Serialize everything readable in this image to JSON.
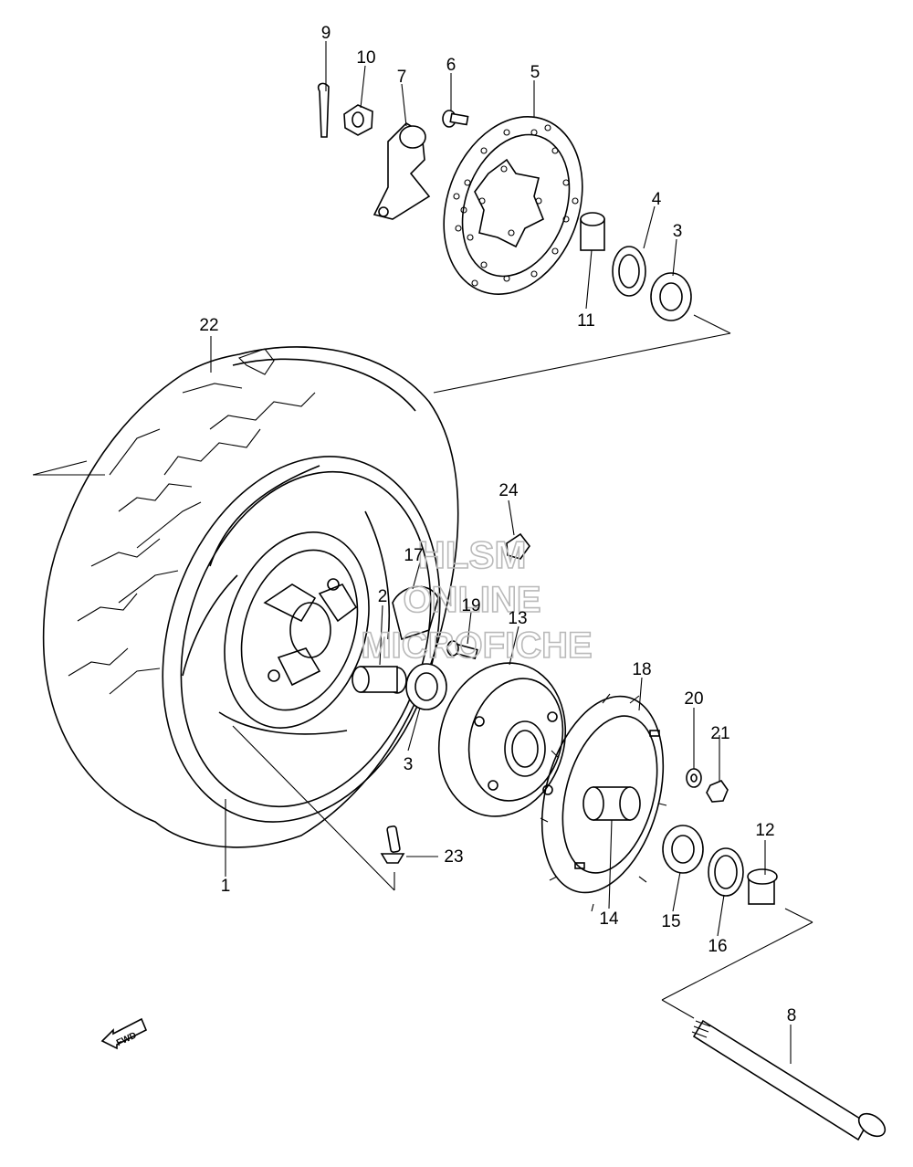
{
  "labels": {
    "p1": "1",
    "p2": "2",
    "p3a": "3",
    "p3b": "3",
    "p4": "4",
    "p5": "5",
    "p6": "6",
    "p7": "7",
    "p8": "8",
    "p9": "9",
    "p10": "10",
    "p11": "11",
    "p12": "12",
    "p13": "13",
    "p14": "14",
    "p15": "15",
    "p16": "16",
    "p17": "17",
    "p18": "18",
    "p19": "19",
    "p20": "20",
    "p21": "21",
    "p22": "22",
    "p23": "23",
    "p24": "24"
  },
  "watermark": {
    "line1": "HLSM",
    "line2": "ONLINE",
    "line3": "MICROFICHE"
  },
  "fwd_badge": "FWD",
  "colors": {
    "ink": "#000000",
    "watermark": "#b9b9b9",
    "background": "#ffffff"
  }
}
